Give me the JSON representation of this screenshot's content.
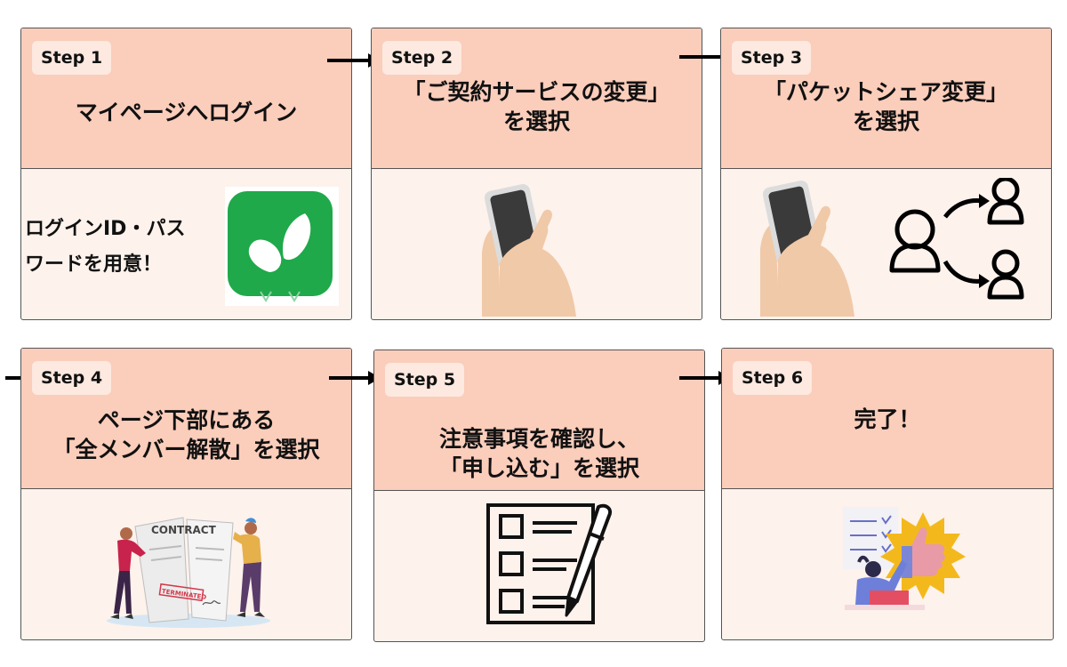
{
  "steps": [
    {
      "badge": "Step 1",
      "title_lines": [
        "マイページへログイン"
      ],
      "note_lines": [
        "ログインID・パス",
        "ワードを用意！"
      ]
    },
    {
      "badge": "Step 2",
      "title_lines": [
        "「ご契約サービスの変更」",
        "を選択"
      ]
    },
    {
      "badge": "Step 3",
      "title_lines": [
        "「パケットシェア変更」",
        "を選択"
      ]
    },
    {
      "badge": "Step 4",
      "title_lines": [
        "ページ下部にある",
        "「全メンバー解散」を選択"
      ]
    },
    {
      "badge": "Step 5",
      "title_lines": [
        "注意事項を確認し、",
        "「申し込む」を選択"
      ]
    },
    {
      "badge": "Step 6",
      "title_lines": [
        "完了！"
      ]
    }
  ],
  "illustrations": {
    "step1": "app-icon",
    "step2": "hand-phone-icon",
    "step3": "hand-phone-share-icon",
    "step4": "contract-torn-icon",
    "step5": "checklist-pen-icon",
    "step6": "thumbs-up-success-icon"
  },
  "contract_text": {
    "header": "CONTRACT",
    "stamp": "TERMINATED"
  },
  "colors": {
    "top": "#fbcdbb",
    "bottom": "#fdf2ec",
    "badge": "#fde9e0",
    "border": "#555555",
    "app_green": "#1fa94a"
  }
}
